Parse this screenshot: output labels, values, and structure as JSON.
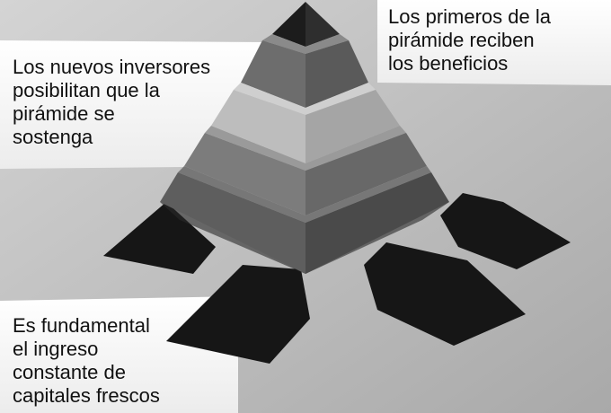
{
  "colors": {
    "background": "#c9c9c9",
    "panel": "#ffffff",
    "dark_panel": "#161616",
    "level_light": "#bdbdbd",
    "level_dark": "#4a4a4a"
  },
  "captions": {
    "top_right": "Los primeros de la\npirámide reciben\nlos beneficios",
    "left": "Los nuevos inversores\nposibilitan que la\npirámide se\nsostenga",
    "bottom_left": "Es fundamental\nel ingreso\nconstante de\ncapitales frescos"
  },
  "pyramid": {
    "levels": 5
  }
}
